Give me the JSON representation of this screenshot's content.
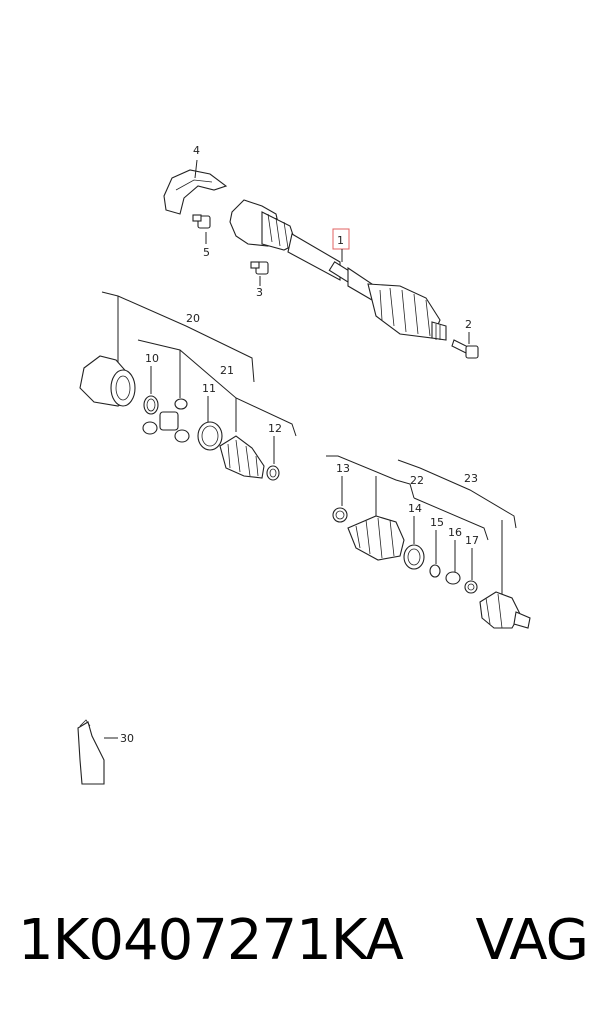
{
  "callouts": {
    "c1": "1",
    "c2": "2",
    "c3": "3",
    "c4": "4",
    "c5": "5",
    "c10": "10",
    "c11": "11",
    "c12": "12",
    "c13": "13",
    "c14": "14",
    "c15": "15",
    "c16": "16",
    "c17": "17",
    "c20": "20",
    "c21": "21",
    "c22": "22",
    "c23": "23",
    "c30": "30"
  },
  "caption": {
    "part_number": "1K0407271KA",
    "brand": "VAG"
  },
  "colors": {
    "highlight": "#e06060",
    "line": "#222222"
  }
}
